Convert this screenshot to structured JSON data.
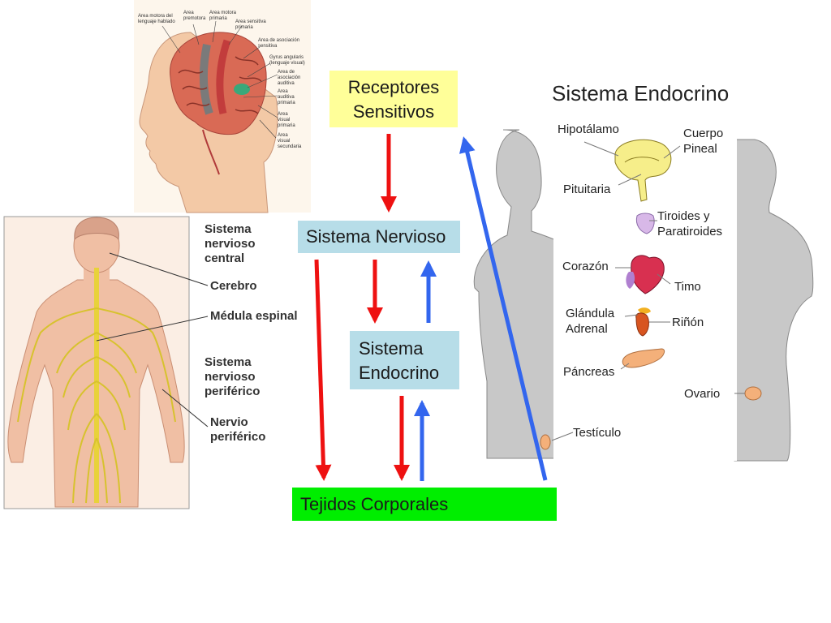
{
  "boxes": {
    "receptores": {
      "line1": "Receptores",
      "line2": "Sensitivos"
    },
    "nervioso": "Sistema Nervioso",
    "endocrino": {
      "line1": "Sistema",
      "line2": "Endocrino"
    },
    "tejidos": "Tejidos Corporales"
  },
  "nervous_figure": {
    "labels": {
      "snc": [
        "Sistema",
        "nervioso",
        "central"
      ],
      "cerebro": "Cerebro",
      "medula": "Médula espinal",
      "snp": [
        "Sistema",
        "nervioso",
        "periférico"
      ],
      "nervio": [
        "Nervio",
        "periférico"
      ]
    }
  },
  "brain_figure": {
    "labels": {
      "l1": [
        "Area motora del",
        "lenguaje hablado"
      ],
      "l2": [
        "Area",
        "premotora"
      ],
      "l3": [
        "Area motora",
        "primaria"
      ],
      "l4": [
        "Area sensitiva",
        "primaria"
      ],
      "l5": [
        "Area de asociación",
        "sensitiva"
      ],
      "l6": [
        "Gyrus angularis",
        "(lenguaje visual)"
      ],
      "l7": [
        "Area de",
        "asociación",
        "auditiva"
      ],
      "l8": [
        "Area",
        "auditiva",
        "primaria"
      ],
      "l9": [
        "Area",
        "visual",
        "primaria"
      ],
      "l10": [
        "Area",
        "visual",
        "secundaria"
      ]
    }
  },
  "endocrine_figure": {
    "title": "Sistema Endocrino",
    "labels": {
      "hipotalamo": "Hipotálamo",
      "cuerpo_pineal": [
        "Cuerpo",
        "Pineal"
      ],
      "pituitaria": "Pituitaria",
      "tiroides": [
        "Tiroides y",
        "Paratiroides"
      ],
      "corazon": "Corazón",
      "timo": "Timo",
      "glandula_adrenal": [
        "Glándula",
        "Adrenal"
      ],
      "rinon": "Riñón",
      "pancreas": "Páncreas",
      "ovario": "Ovario",
      "testiculo": "Testículo"
    }
  },
  "colors": {
    "red_arrow": "#ee1111",
    "blue_arrow": "#3366ee",
    "yellow_box": "#ffff99",
    "blue_box": "#b7dde8",
    "green_box": "#00ee00"
  }
}
